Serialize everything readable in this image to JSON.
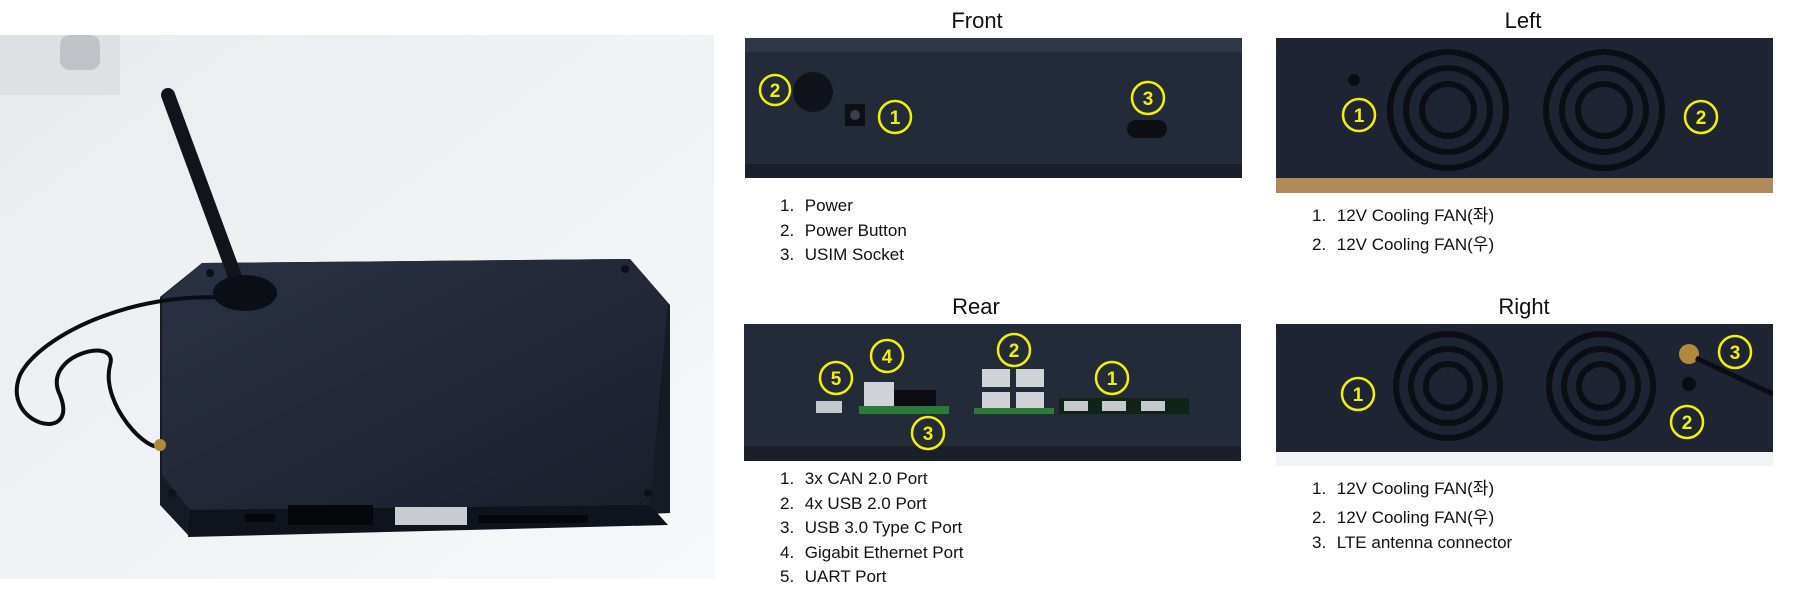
{
  "views": {
    "front": {
      "title": "Front",
      "callouts": [
        "1",
        "2",
        "3"
      ],
      "items": [
        {
          "num": "1.",
          "text": "Power"
        },
        {
          "num": "2.",
          "text": "Power Button"
        },
        {
          "num": "3.",
          "text": "USIM Socket"
        }
      ]
    },
    "left": {
      "title": "Left",
      "callouts": [
        "1",
        "2"
      ],
      "items": [
        {
          "num": "1.",
          "text": "12V Cooling FAN(좌)"
        },
        {
          "num": "2.",
          "text": "12V Cooling FAN(우)"
        }
      ]
    },
    "rear": {
      "title": "Rear",
      "callouts": [
        "1",
        "2",
        "3",
        "4",
        "5"
      ],
      "items": [
        {
          "num": "1.",
          "text": "3x CAN 2.0 Port"
        },
        {
          "num": "2.",
          "text": "4x USB 2.0 Port"
        },
        {
          "num": "3.",
          "text": "USB 3.0 Type C Port"
        },
        {
          "num": "4.",
          "text": "Gigabit Ethernet Port"
        },
        {
          "num": "5.",
          "text": "UART Port"
        }
      ]
    },
    "right": {
      "title": "Right",
      "callouts": [
        "1",
        "2",
        "3"
      ],
      "items": [
        {
          "num": "1.",
          "text": "12V Cooling FAN(좌)"
        },
        {
          "num": "2.",
          "text": "12V Cooling FAN(우)"
        },
        {
          "num": "3.",
          "text": "LTE antenna connector"
        }
      ]
    }
  },
  "colors": {
    "callout": "#f2f200",
    "enclosure": "#1c2230",
    "background": "#ffffff"
  }
}
